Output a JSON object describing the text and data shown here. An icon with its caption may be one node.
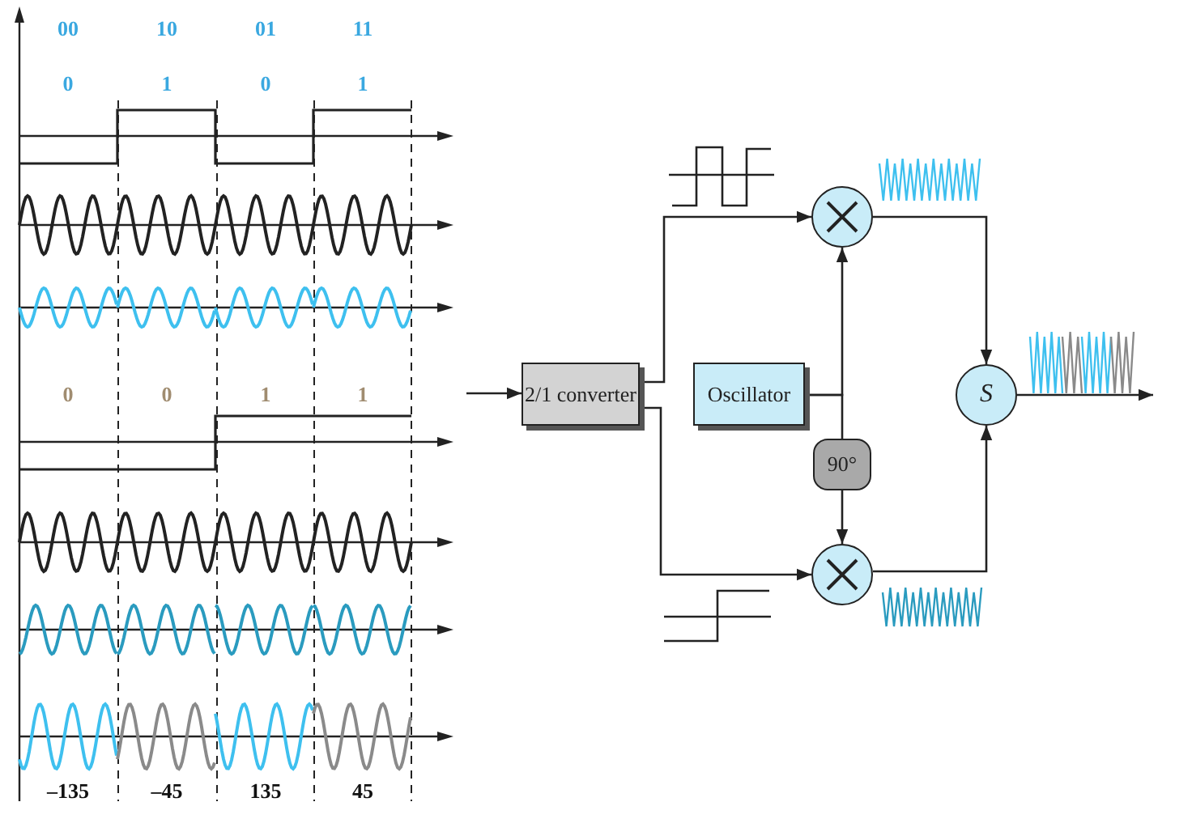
{
  "diagram": {
    "nodes": [
      {
        "text": [
          "2/1 converter"
        ]
      },
      {
        "text": [
          "Oscillator"
        ]
      },
      {
        "text": [
          "90°"
        ]
      },
      {
        "text": [],
        "shape": "circle"
      },
      {
        "text": [],
        "shape": "circle"
      },
      {
        "text": [
          "S"
        ]
      }
    ],
    "edges": [
      {
        "from": null,
        "to": 0,
        "arrow": "to"
      },
      {
        "from": 0,
        "to": 3,
        "arrow": "to"
      },
      {
        "from": 0,
        "to": 4,
        "arrow": "to"
      },
      {
        "from": 1,
        "to": 3,
        "arrow": "to"
      },
      {
        "from": 1,
        "to": 2,
        "arrow": "none"
      },
      {
        "from": 2,
        "to": 4,
        "arrow": "to"
      },
      {
        "from": 3,
        "to": 5,
        "arrow": "to"
      },
      {
        "from": 4,
        "to": 5,
        "arrow": "to"
      },
      {
        "from": 5,
        "to": null,
        "arrow": "to"
      }
    ],
    "labels": [
      "00",
      "10",
      "01",
      "11",
      "0",
      "1",
      "0",
      "1",
      "0",
      "0",
      "1",
      "1",
      "–135",
      "–45",
      "135",
      "45"
    ]
  }
}
